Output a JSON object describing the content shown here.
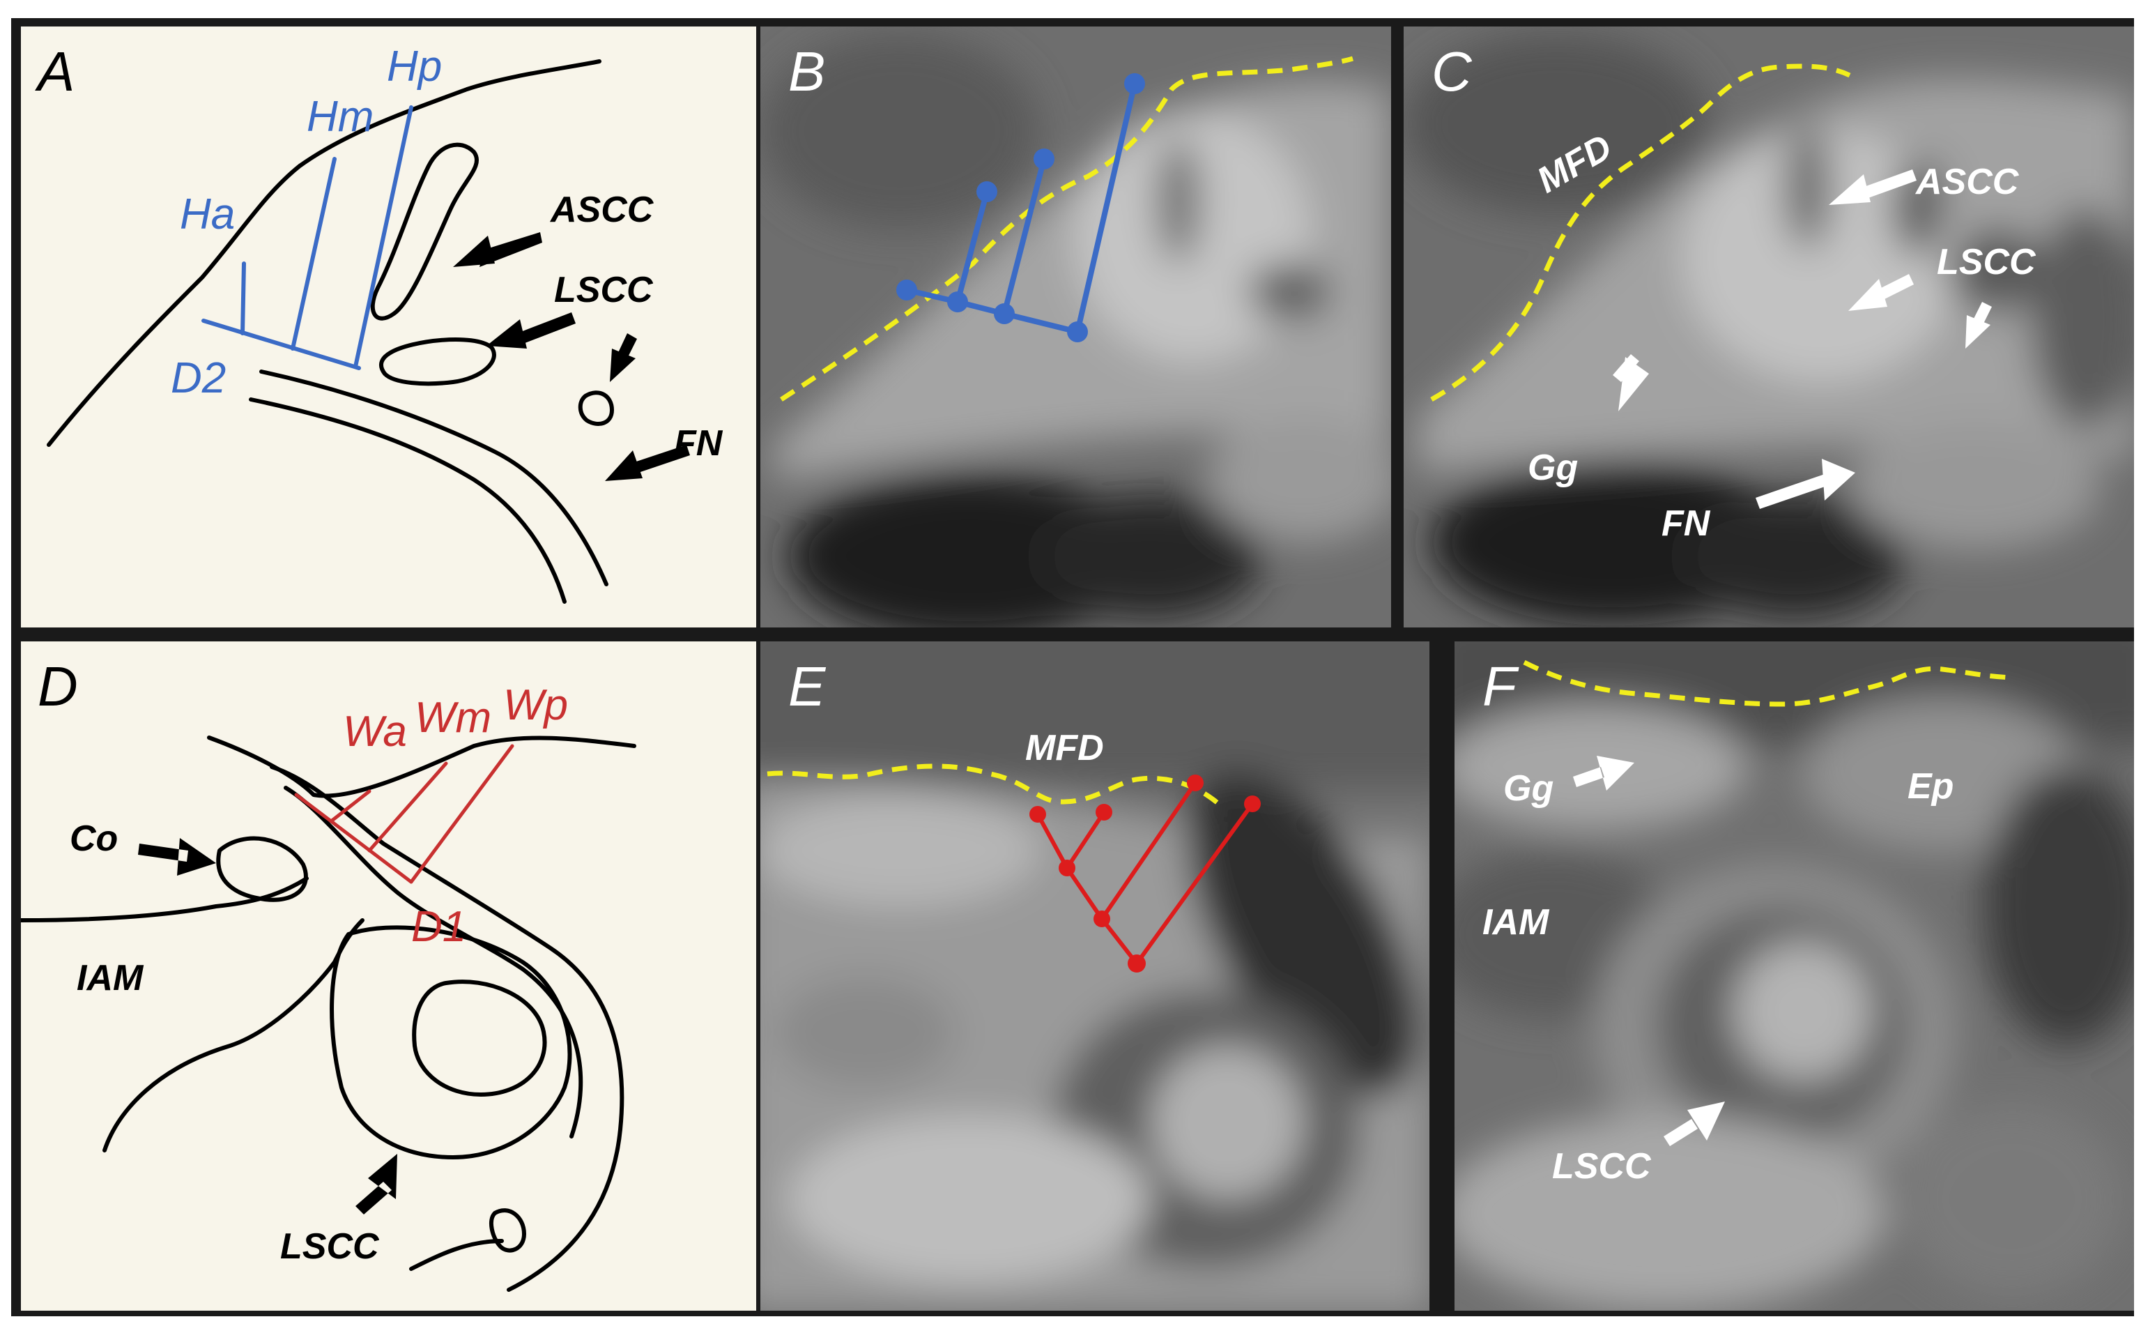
{
  "figure": {
    "colors": {
      "background": "#ffffff",
      "frame": "#1a1a1a",
      "schematic_bg": "#f8f5ea",
      "ink": "#000000",
      "blue": "#3b6bc6",
      "red": "#dd1c1c",
      "yellow": "#f2ee1c",
      "ct_white": "#ffffff"
    },
    "panels": {
      "A": {
        "label": "A",
        "measure_labels": {
          "ha": "Ha",
          "hm": "Hm",
          "hp": "Hp",
          "d2": "D2"
        },
        "structure_labels": {
          "ascc": "ASCC",
          "lscc": "LSCC",
          "fn": "FN"
        }
      },
      "B": {
        "label": "B"
      },
      "C": {
        "label": "C",
        "structure_labels": {
          "mfd": "MFD",
          "ascc": "ASCC",
          "lscc": "LSCC",
          "gg": "Gg",
          "fn": "FN"
        }
      },
      "D": {
        "label": "D",
        "measure_labels": {
          "wa": "Wa",
          "wm": "Wm",
          "wp": "Wp",
          "d1": "D1"
        },
        "structure_labels": {
          "co": "Co",
          "iam": "IAM",
          "lscc": "LSCC"
        }
      },
      "E": {
        "label": "E",
        "structure_labels": {
          "mfd": "MFD"
        }
      },
      "F": {
        "label": "F",
        "structure_labels": {
          "gg": "Gg",
          "ep": "Ep",
          "iam": "IAM",
          "lscc": "LSCC"
        }
      }
    }
  }
}
